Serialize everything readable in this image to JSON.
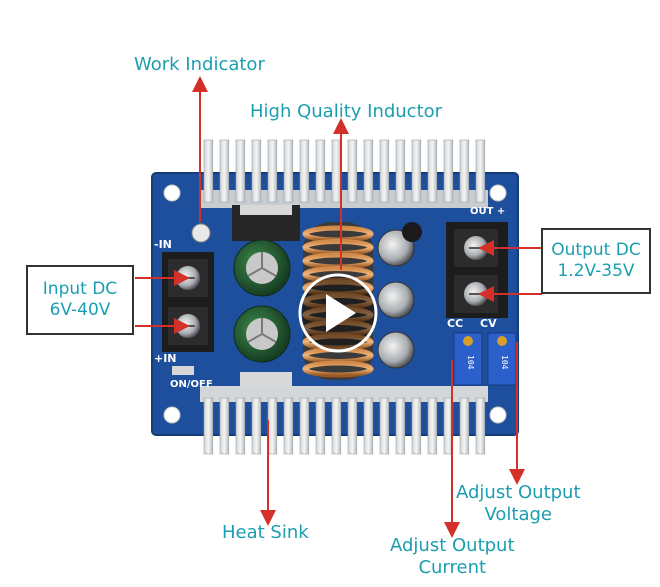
{
  "callouts": {
    "work_indicator": "Work Indicator",
    "inductor": "High Quality Inductor",
    "input_line1": "Input DC",
    "input_line2": "6V-40V",
    "output_line1": "Output DC",
    "output_line2": "1.2V-35V",
    "heat_sink": "Heat Sink",
    "adj_voltage_line1": "Adjust Output",
    "adj_voltage_line2": "Voltage",
    "adj_current_line1": "Adjust Output",
    "adj_current_line2": "Current"
  },
  "board_markings": {
    "neg_in": "-IN",
    "pos_in": "+IN",
    "on_off": "ON/OFF",
    "out_plus": "OUT +",
    "cc": "CC",
    "cv": "CV"
  },
  "icons": {
    "play": "play-button-icon"
  },
  "colors": {
    "label_text": "#1b9fb0",
    "arrow": "#d3302a",
    "pcb": "#1e4f9c"
  }
}
